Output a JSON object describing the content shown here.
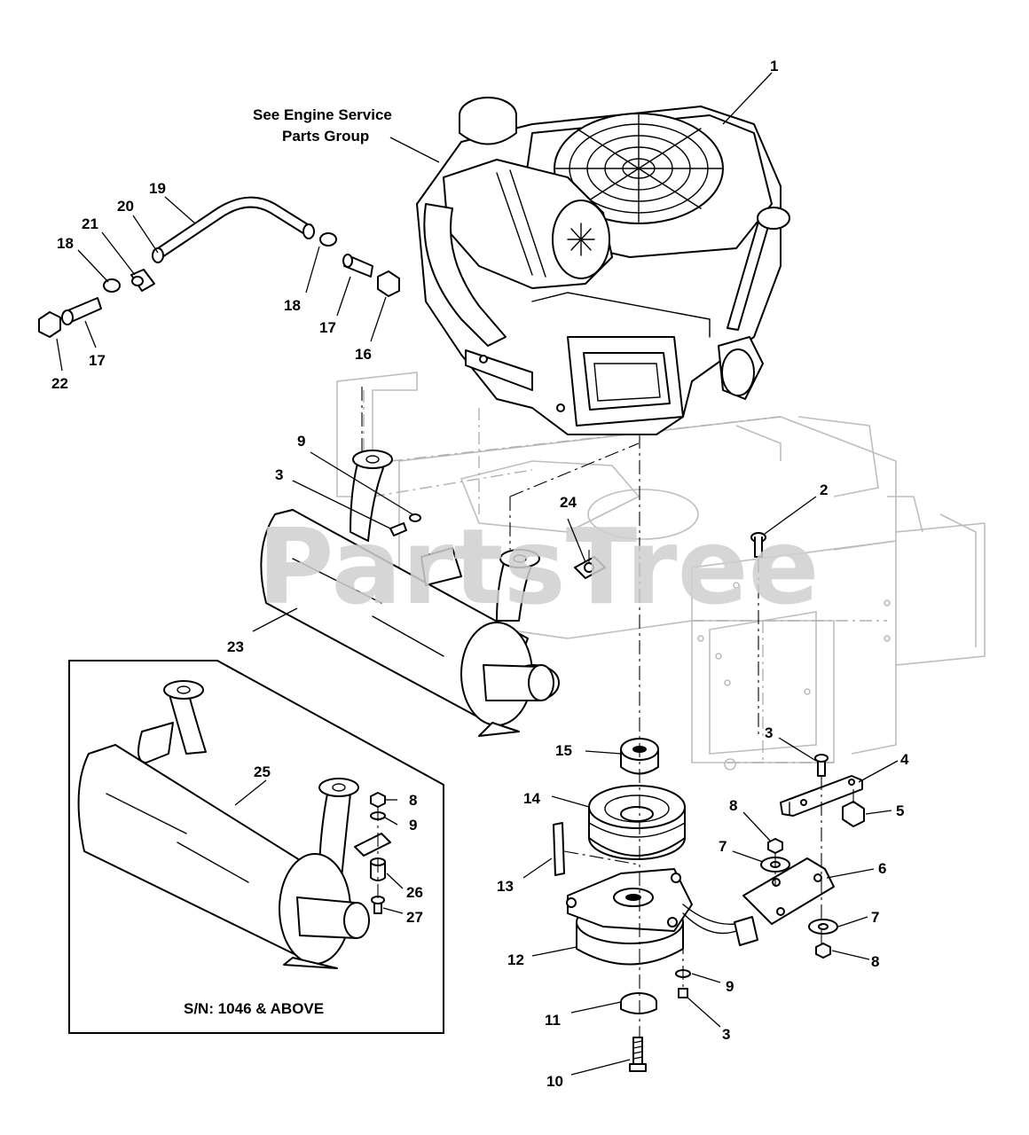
{
  "watermark": "PartsTree",
  "notes": {
    "engine_service": [
      "See Engine Service",
      "Parts Group"
    ],
    "inset_caption": "S/N: 1046 & ABOVE"
  },
  "callouts": {
    "c1": "1",
    "c2": "2",
    "c3a": "3",
    "c3b": "3",
    "c3c": "3",
    "c4": "4",
    "c5": "5",
    "c6": "6",
    "c7a": "7",
    "c7b": "7",
    "c8a": "8",
    "c8b": "8",
    "c8c": "8",
    "c9a": "9",
    "c9b": "9",
    "c9c": "9",
    "c10": "10",
    "c11": "11",
    "c12": "12",
    "c13": "13",
    "c14": "14",
    "c15": "15",
    "c16": "16",
    "c17a": "17",
    "c17b": "17",
    "c18a": "18",
    "c18b": "18",
    "c19": "19",
    "c20": "20",
    "c21": "21",
    "c22": "22",
    "c23": "23",
    "c24": "24",
    "c25": "25",
    "c26": "26",
    "c27": "27"
  },
  "colors": {
    "ink": "#000000",
    "frame": "#bdbdbd",
    "watermark": "#d0d0d0"
  }
}
